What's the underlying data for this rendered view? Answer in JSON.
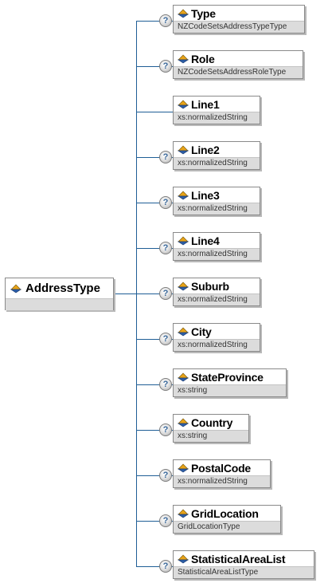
{
  "root": {
    "name": "AddressType"
  },
  "optional_marker": "?",
  "icon_name": "element-icon",
  "colors": {
    "connector": "#1f5e96",
    "type_band": "#dcdcdc",
    "border": "#8a8a8a"
  },
  "elements": [
    {
      "name": "Type",
      "type": "NZCodeSetsAddressTypeType",
      "optional": true
    },
    {
      "name": "Role",
      "type": "NZCodeSetsAddressRoleType",
      "optional": true
    },
    {
      "name": "Line1",
      "type": "xs:normalizedString",
      "optional": false
    },
    {
      "name": "Line2",
      "type": "xs:normalizedString",
      "optional": true
    },
    {
      "name": "Line3",
      "type": "xs:normalizedString",
      "optional": true
    },
    {
      "name": "Line4",
      "type": "xs:normalizedString",
      "optional": true
    },
    {
      "name": "Suburb",
      "type": "xs:normalizedString",
      "optional": true
    },
    {
      "name": "City",
      "type": "xs:normalizedString",
      "optional": true
    },
    {
      "name": "StateProvince",
      "type": "xs:string",
      "optional": true
    },
    {
      "name": "Country",
      "type": "xs:string",
      "optional": true
    },
    {
      "name": "PostalCode",
      "type": "xs:normalizedString",
      "optional": true
    },
    {
      "name": "GridLocation",
      "type": "GridLocationType",
      "optional": true
    },
    {
      "name": "StatisticalAreaList",
      "type": "StatisticalAreaListType",
      "optional": true
    }
  ]
}
